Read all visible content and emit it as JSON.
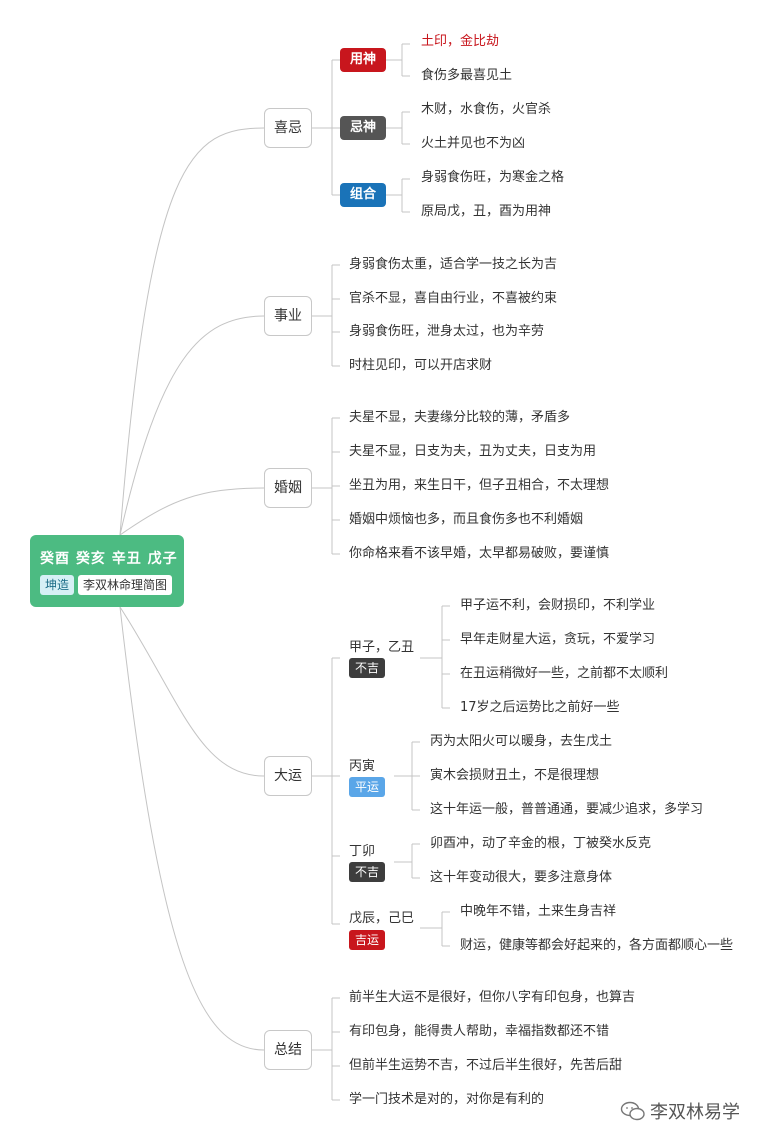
{
  "root": {
    "title": "癸酉 癸亥 辛丑 戊子",
    "tag_gender": "坤造",
    "tag_name": "李双林命理简图"
  },
  "xiji": {
    "label": "喜忌",
    "yongshen": {
      "label": "用神",
      "color": "#c8161d",
      "items": [
        "土印，金比劫",
        "食伤多最喜见土"
      ]
    },
    "jishen": {
      "label": "忌神",
      "color": "#555555",
      "items": [
        "木财，水食伤，火官杀",
        "火土并见也不为凶"
      ]
    },
    "zuhe": {
      "label": "组合",
      "color": "#1a73b8",
      "items": [
        "身弱食伤旺，为寒金之格",
        "原局戊，丑，酉为用神"
      ]
    }
  },
  "shiye": {
    "label": "事业",
    "items": [
      "身弱食伤太重，适合学一技之长为吉",
      "官杀不显，喜自由行业，不喜被约束",
      "身弱食伤旺，泄身太过，也为辛劳",
      "时柱见印，可以开店求财"
    ]
  },
  "hunyin": {
    "label": "婚姻",
    "items": [
      "夫星不显，夫妻缘分比较的薄，矛盾多",
      "夫星不显，日支为夫，丑为丈夫，日支为用",
      "坐丑为用，来生日干，但子丑相合，不太理想",
      "婚姻中烦恼也多，而且食伤多也不利婚姻",
      "你命格来看不该早婚，太早都易破败，要谨慎"
    ]
  },
  "dayun": {
    "label": "大运",
    "periods": [
      {
        "label": "甲子，乙丑",
        "badge": "不吉",
        "badge_color": "#3d3d3d",
        "items": [
          "甲子运不利，会财损印，不利学业",
          "早年走财星大运，贪玩，不爱学习",
          "在丑运稍微好一些，之前都不太顺利",
          "17岁之后运势比之前好一些"
        ]
      },
      {
        "label": "丙寅",
        "badge": "平运",
        "badge_color": "#5aa6e8",
        "items": [
          "丙为太阳火可以暖身，去生戊土",
          "寅木会损财丑土，不是很理想",
          "这十年运一般，普普通通，要减少追求，多学习"
        ]
      },
      {
        "label": "丁卯",
        "badge": "不吉",
        "badge_color": "#3d3d3d",
        "items": [
          "卯酉冲，动了辛金的根，丁被癸水反克",
          "这十年变动很大，要多注意身体"
        ]
      },
      {
        "label": "戊辰，己巳",
        "badge": "吉运",
        "badge_color": "#c8161d",
        "items": [
          "中晚年不错，土来生身吉祥",
          "财运，健康等都会好起来的，各方面都顺心一些"
        ]
      }
    ]
  },
  "zongjie": {
    "label": "总结",
    "items": [
      "前半生大运不是很好，但你八字有印包身，也算吉",
      "有印包身，能得贵人帮助，幸福指数都还不错",
      "但前半生运势不吉，不过后半生很好，先苦后甜",
      "学一门技术是对的，对你是有利的"
    ]
  },
  "watermark": {
    "icon": "wechat-icon",
    "text": "李双林易学"
  }
}
